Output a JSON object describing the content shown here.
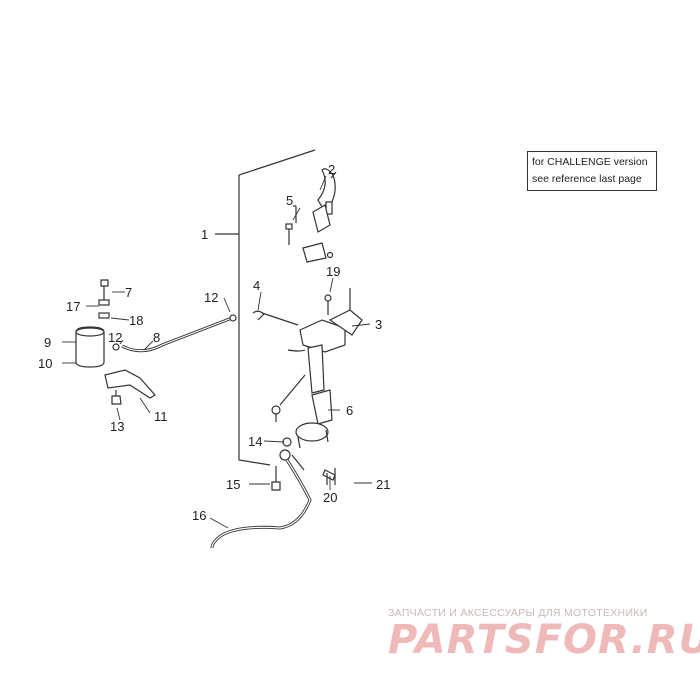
{
  "note": {
    "line1": "for CHALLENGE version",
    "line2": "see reference last page"
  },
  "callouts": [
    "1",
    "2",
    "3",
    "4",
    "5",
    "6",
    "7",
    "8",
    "9",
    "10",
    "11",
    "12",
    "12",
    "13",
    "14",
    "15",
    "16",
    "17",
    "18",
    "19",
    "20",
    "21"
  ],
  "watermark": {
    "tagline": "ЗАПЧАСТИ И АКСЕССУАРЫ ДЛЯ МОТОТЕХНИКИ",
    "logo": "PARTSFOR.RU"
  }
}
